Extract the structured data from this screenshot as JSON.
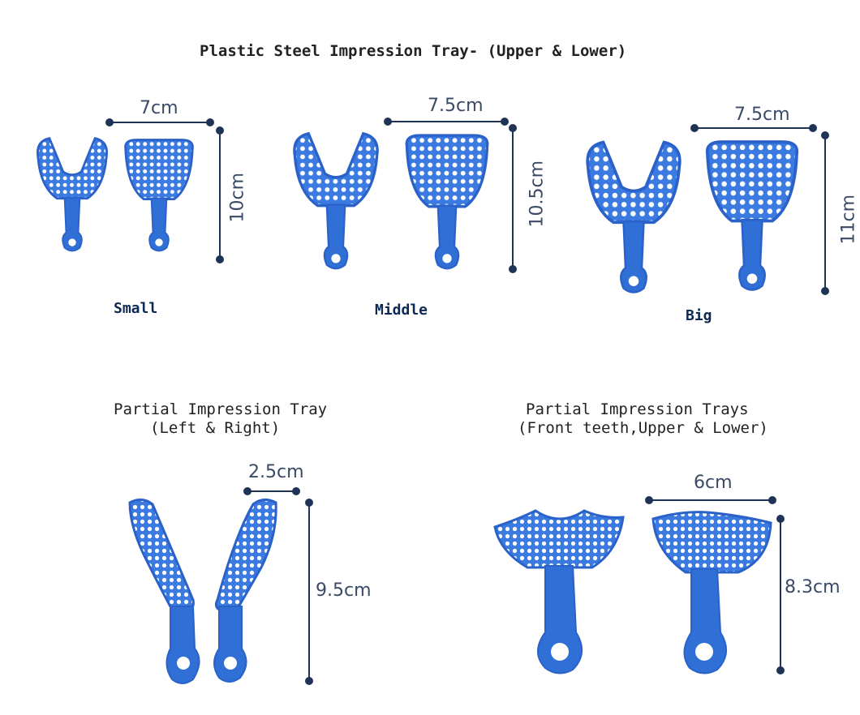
{
  "title": "Plastic Steel Impression Tray- (Upper & Lower)",
  "colors": {
    "tray": "#2f6fd6",
    "tray_dark": "#1d4fb0",
    "dimension_line": "#1e3355"
  },
  "products": [
    {
      "label": "Small",
      "width": "7cm",
      "height": "10cm"
    },
    {
      "label": "Middle",
      "width": "7.5cm",
      "height": "10.5cm"
    },
    {
      "label": "Big",
      "width": "7.5cm",
      "height": "11cm"
    }
  ],
  "partial_lr": {
    "title": "Partial Impression Tray",
    "subtitle": "(Left & Right)",
    "width": "2.5cm",
    "height": "9.5cm"
  },
  "partial_front": {
    "title": "Partial Impression Trays",
    "subtitle": "(Front teeth,Upper & Lower)",
    "width": "6cm",
    "height": "8.3cm"
  }
}
